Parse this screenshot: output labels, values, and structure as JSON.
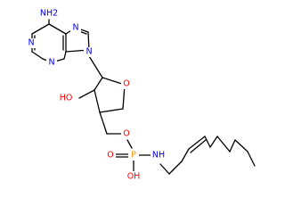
{
  "molecule": {
    "labels": {
      "amine": "NH2",
      "purine_n7": "N",
      "purine_n1": "N",
      "purine_n3": "N",
      "purine_n9": "N",
      "hydroxyl": "HO",
      "ring_oxygen": "O",
      "ester_oxygen": "O",
      "phosphoryl_oxygen": "O",
      "phosphorus": "P",
      "amide_nitrogen": "NH",
      "phosphate_hydroxyl": "OH"
    },
    "colors": {
      "bond": "#000000",
      "nitrogen": "#0000ee",
      "oxygen": "#ff0000",
      "phosphorus": "#ff8c00"
    }
  }
}
